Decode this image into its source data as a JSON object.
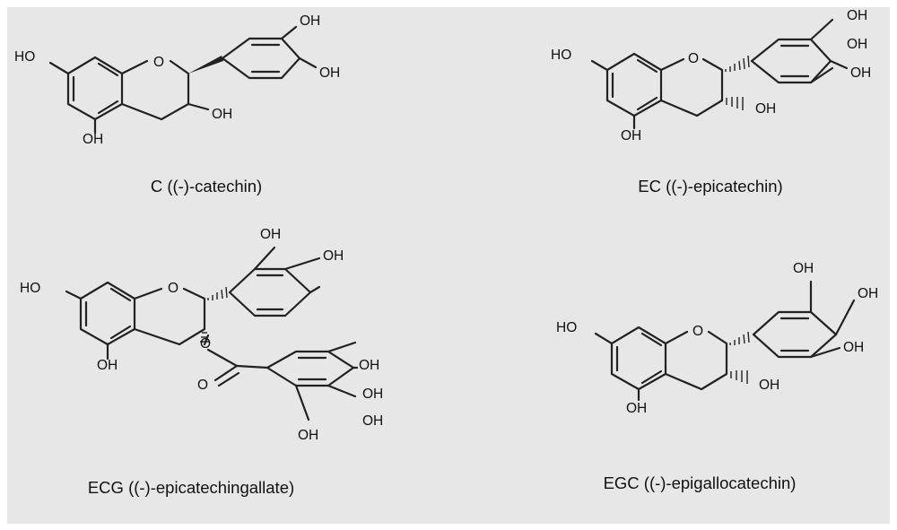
{
  "colors": {
    "background": "#e7e7e7",
    "ink": "#222222"
  },
  "atom_labels": {
    "hydroxyl": "OH",
    "hydroxyl_left": "HO",
    "ring_oxygen": "O",
    "carbonyl_oxygen": "O",
    "ester_oxygen": "O"
  },
  "compounds": [
    {
      "caption": "C ((-)-catechin)"
    },
    {
      "caption": "EC ((-)-epicatechin)"
    },
    {
      "caption": "ECG ((-)-epicatechingallate)"
    },
    {
      "caption": "EGC ((-)-epigallocatechin)"
    }
  ]
}
